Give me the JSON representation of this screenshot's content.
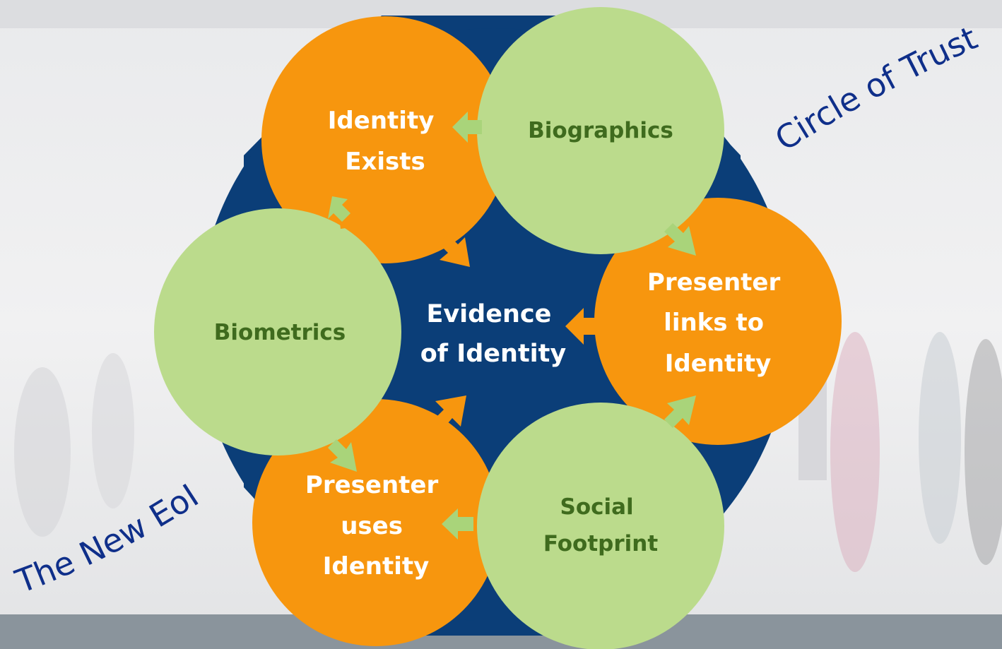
{
  "titles": {
    "top_right": "Circle of Trust",
    "bottom_left": "The New EoI"
  },
  "center": {
    "lines": [
      "Evidence",
      "of Identity"
    ]
  },
  "nodes": [
    {
      "id": "identity-exists",
      "kind": "orange",
      "lines": [
        "Identity",
        "Exists"
      ]
    },
    {
      "id": "biographics",
      "kind": "green",
      "lines": [
        "Biographics"
      ]
    },
    {
      "id": "presenter-links",
      "kind": "orange",
      "lines": [
        "Presenter",
        "links to",
        "Identity"
      ]
    },
    {
      "id": "social-footprint",
      "kind": "green",
      "lines": [
        "Social",
        "Footprint"
      ]
    },
    {
      "id": "presenter-uses",
      "kind": "orange",
      "lines": [
        "Presenter",
        "uses",
        "Identity"
      ]
    },
    {
      "id": "biometrics",
      "kind": "green",
      "lines": [
        "Biometrics"
      ]
    }
  ],
  "colors": {
    "orange": "#f7960e",
    "green": "#bbdb8c",
    "green_text": "#3f6b1e",
    "navy": "#0b3e78",
    "title_blue": "#0f2f8a",
    "arrow_green": "#a9d47a"
  }
}
